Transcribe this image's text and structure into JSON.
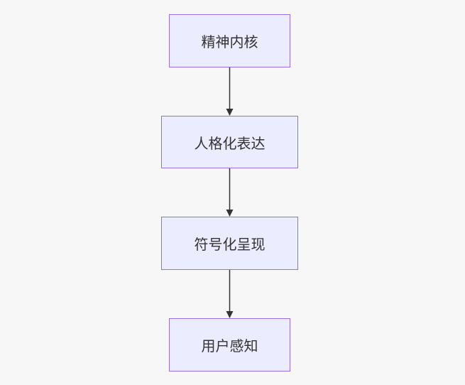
{
  "diagram": {
    "type": "flowchart",
    "direction": "top-to-bottom",
    "colors": {
      "background": "#f7f7f7",
      "node_fill": "#ececff",
      "node_border": "#9370db",
      "edge": "#333333",
      "text": "#333333"
    },
    "nodes": [
      {
        "id": "n1",
        "label": "精神内核"
      },
      {
        "id": "n2",
        "label": "人格化表达"
      },
      {
        "id": "n3",
        "label": "符号化呈现"
      },
      {
        "id": "n4",
        "label": "用户感知"
      }
    ],
    "edges": [
      {
        "from": "n1",
        "to": "n2"
      },
      {
        "from": "n2",
        "to": "n3"
      },
      {
        "from": "n3",
        "to": "n4"
      }
    ]
  }
}
